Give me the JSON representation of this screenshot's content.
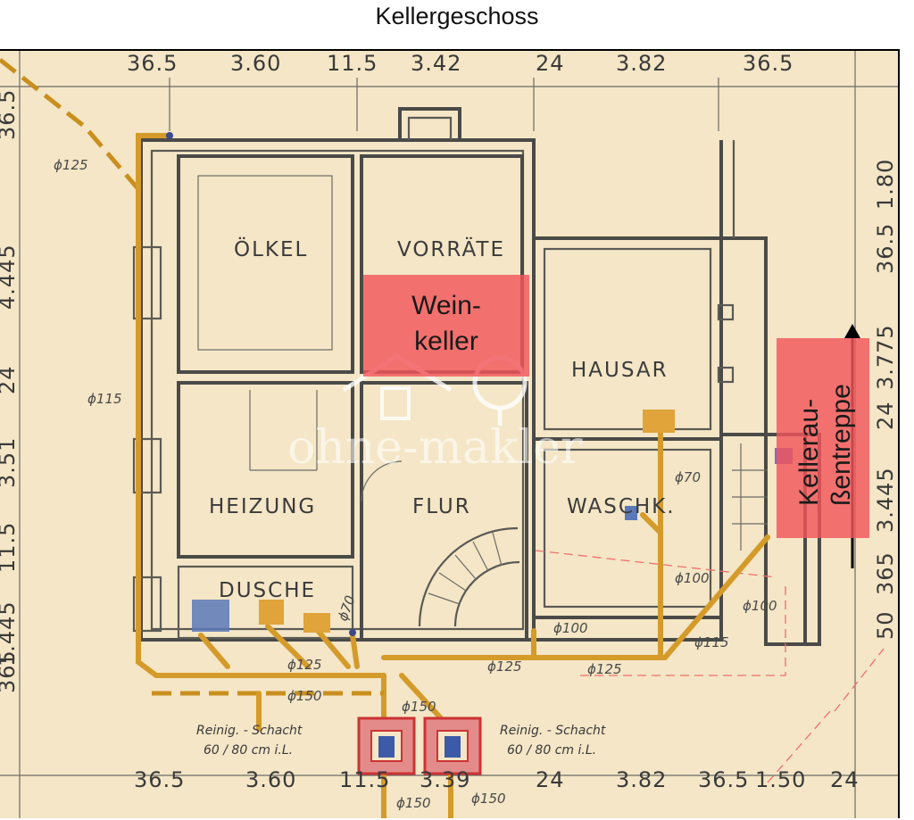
{
  "title": "Kellergeschoss",
  "dims_top": [
    "36.5",
    "3.60",
    "11.5",
    "3.42",
    "24",
    "3.82",
    "36.5"
  ],
  "dims_bottom": [
    "36.5",
    "3.60",
    "11.5",
    "3.39",
    "24",
    "3.82",
    "36.5",
    "1.50",
    "24"
  ],
  "dims_left": [
    "36.5",
    "4.445",
    "24",
    "3.51",
    "11.5",
    "1.445",
    "365"
  ],
  "dims_right": [
    "1.80",
    "36.5",
    "3.775",
    "24",
    "3.445",
    "365",
    "50"
  ],
  "rooms": {
    "oelkel": "ÖLKEL",
    "vorraete": "VORRÄTE",
    "hausar": "HAUSAR",
    "heizung": "HEIZUNG",
    "flur": "FLUR",
    "waschk": "WASCHK.",
    "dusche": "DUSCHE"
  },
  "pipes": {
    "p125_top": "ϕ125",
    "p115_left": "ϕ115",
    "p70_wasch": "ϕ70",
    "p100_wasch": "ϕ100",
    "p100_right": "ϕ100",
    "p100_flur": "ϕ100",
    "p70_dusche": "ϕ70",
    "p125_a": "ϕ125",
    "p150_a": "ϕ150",
    "p150_b": "ϕ150",
    "p125_b": "ϕ125",
    "p125_c": "ϕ125",
    "p115_right": "ϕ115",
    "p150_c": "ϕ150",
    "p150_d": "ϕ150"
  },
  "shafts": {
    "left_line1": "Reinig. - Schacht",
    "left_line2": "60 / 80 cm i.L.",
    "right_line1": "Reinig. - Schacht",
    "right_line2": "60 / 80 cm i.L."
  },
  "labels": {
    "weinkeller_line1": "Wein-",
    "weinkeller_line2": "keller",
    "aussentreppe_line1": "Kellerau-",
    "aussentreppe_line2": "ßentreppe"
  },
  "watermark": "ohne-makler",
  "colors": {
    "paper": "#f4e6c6",
    "highlight": "#f2555a",
    "drain": "#d49b2a",
    "fixture_blue": "#5b78b8",
    "fixture_orange": "#e0a43a"
  }
}
